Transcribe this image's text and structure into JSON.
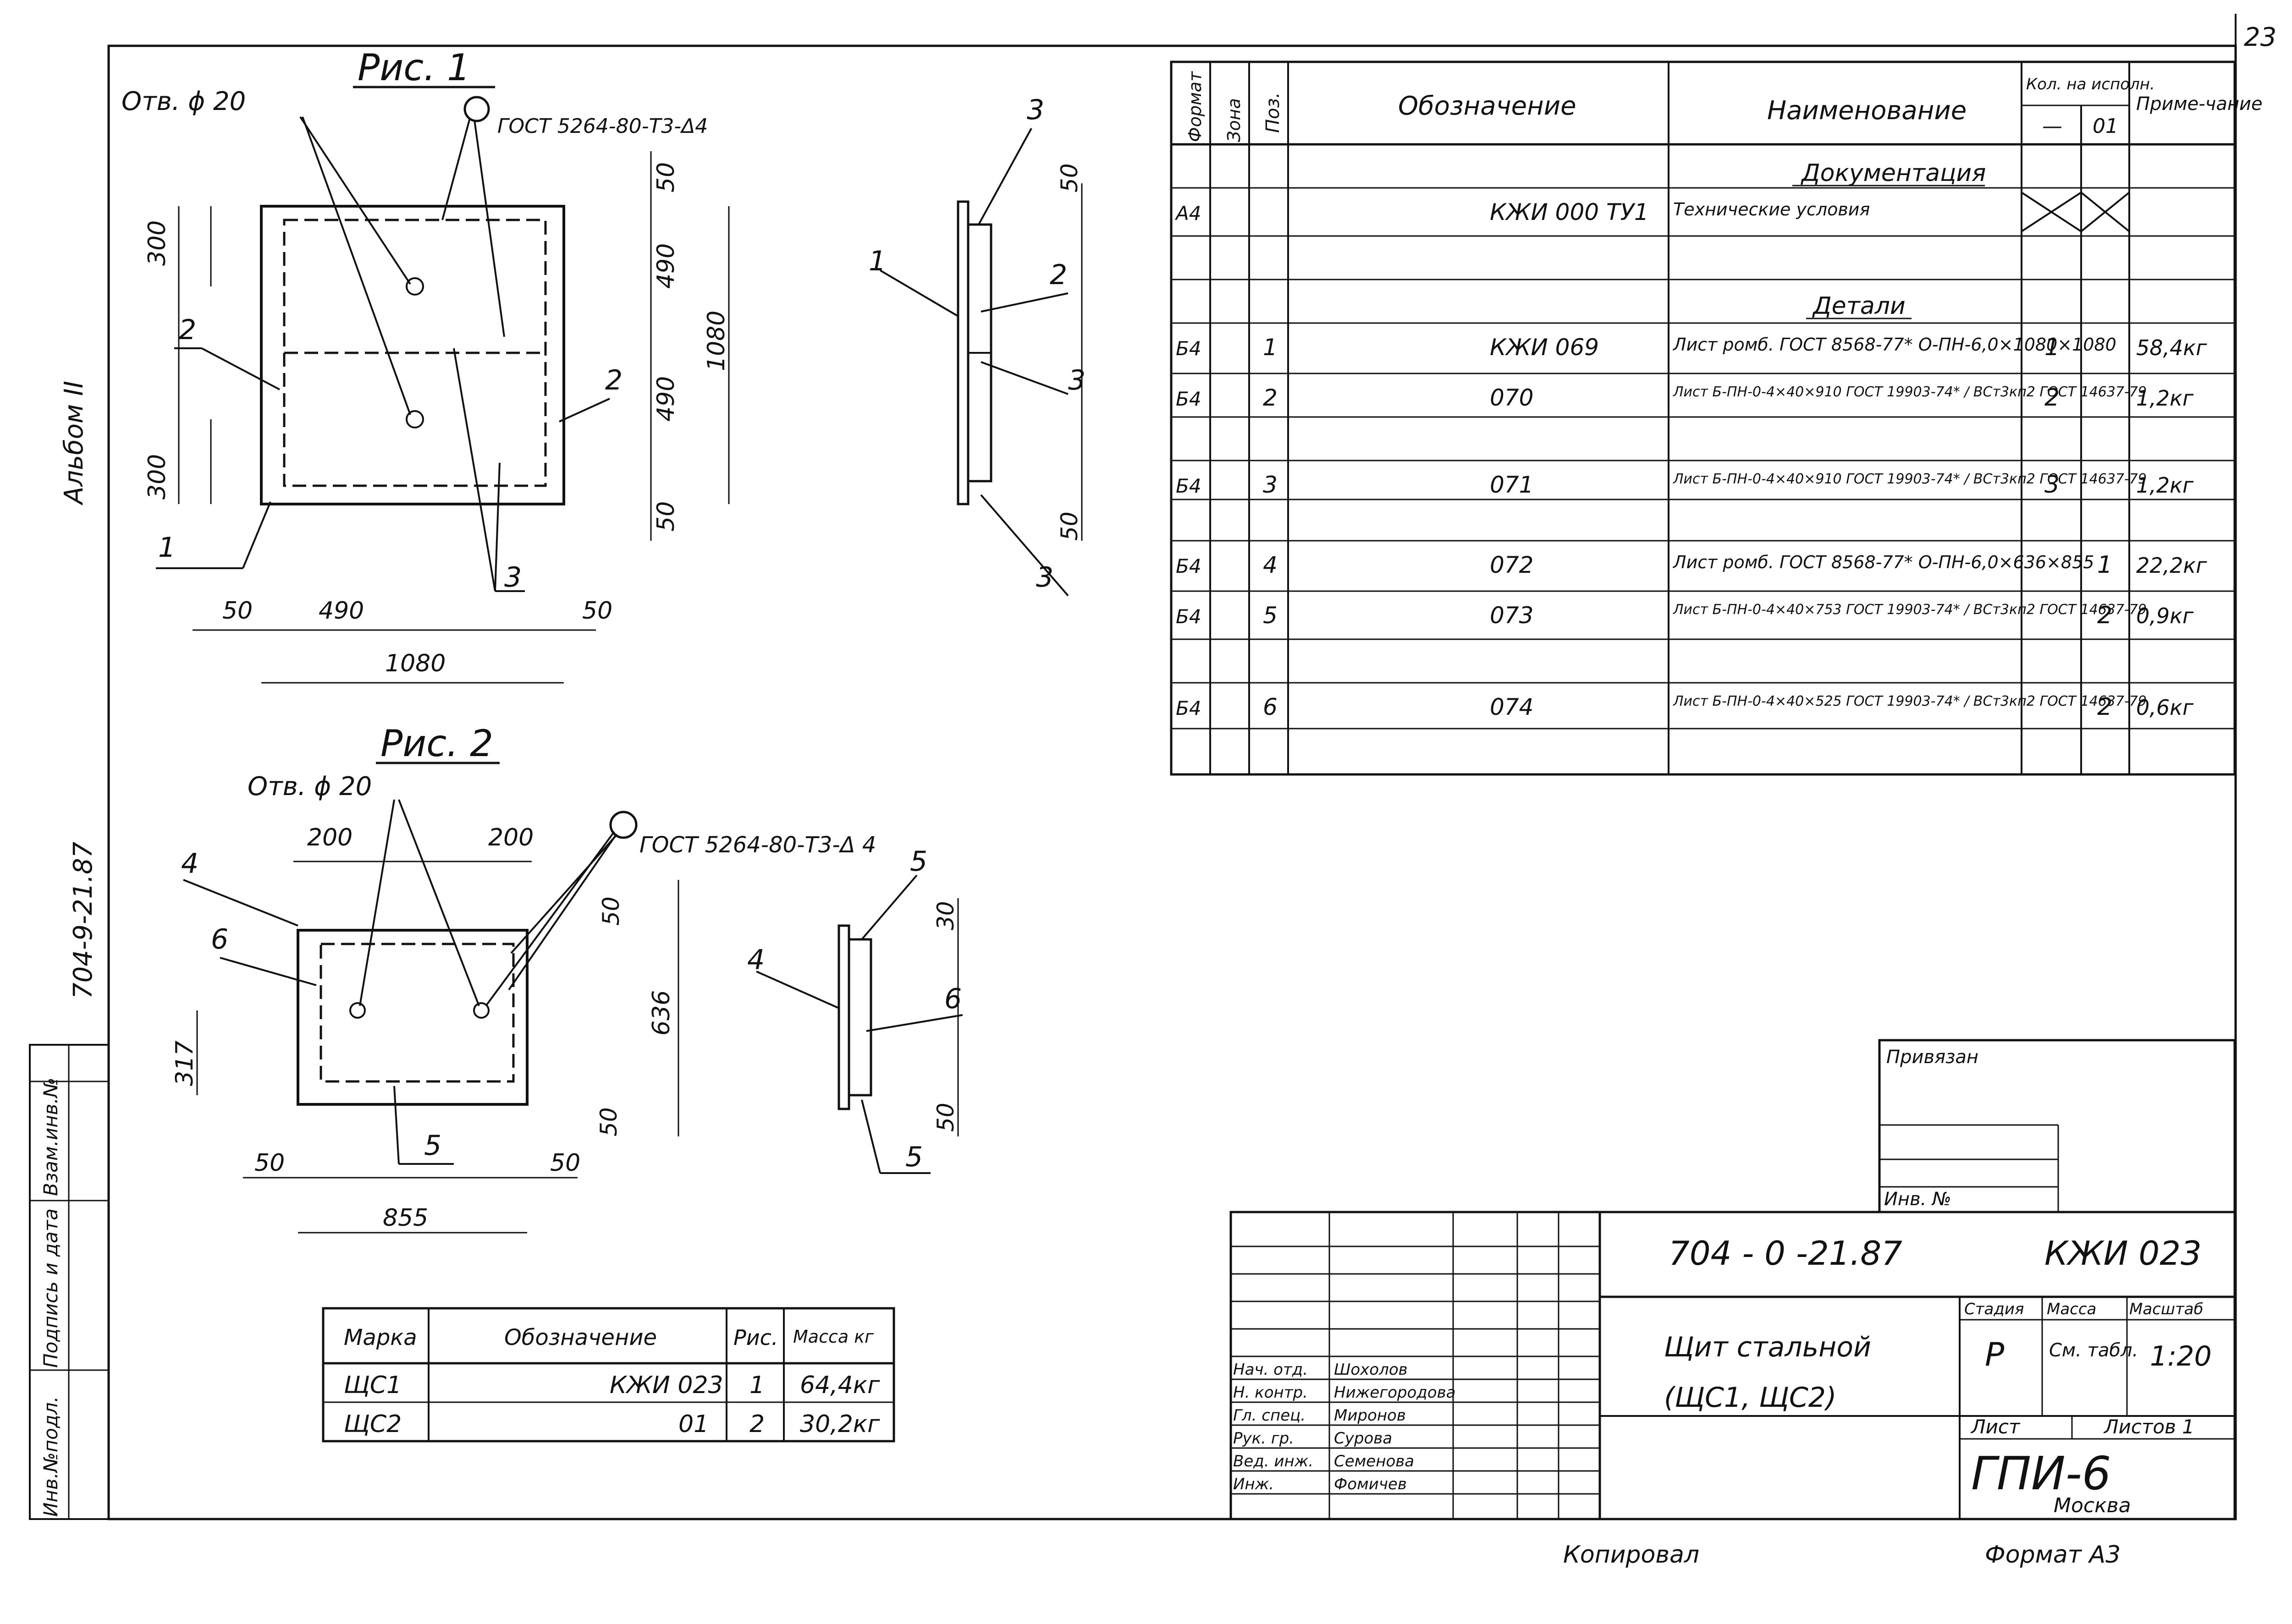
{
  "page_number": "23",
  "album": "Альбом II",
  "project_code_vertical": "704-9-21.87",
  "side_stamp": {
    "inv_podl": "Инв.№подл.",
    "signature_date": "Подпись и дата",
    "vzam_inv": "Взам.инв.№"
  },
  "fig1": {
    "title": "Рис. 1",
    "hole": "Отв. ϕ 20",
    "weld": "ГОСТ 5264-80-Т3-Δ4",
    "dims": {
      "top50": "50",
      "d300a": "300",
      "d300b": "300",
      "d490v": "490",
      "d1080v": "1080",
      "d490v2": "490",
      "bot50": "50",
      "left50": "50",
      "mid490": "490",
      "right50": "50",
      "total1080": "1080"
    },
    "pos": {
      "p1": "1",
      "p2": "2",
      "p2b": "2",
      "p3": "3"
    },
    "side_pos": {
      "s1": "1",
      "s2": "2",
      "s3a": "3",
      "s3b": "3",
      "s3c": "3"
    },
    "side_dims": {
      "t50": "50",
      "b50": "50"
    }
  },
  "fig2": {
    "title": "Рис. 2",
    "hole": "Отв. ϕ 20",
    "weld": "ГОСТ 5264-80-Т3-Δ 4",
    "dims": {
      "d200a": "200",
      "d200b": "200",
      "top50": "50",
      "d636": "636",
      "d317": "317",
      "bot50": "50",
      "left50": "50",
      "right50": "50",
      "total855": "855"
    },
    "pos": {
      "p4": "4",
      "p6": "6",
      "p5": "5"
    },
    "side_pos": {
      "s4": "4",
      "s5a": "5",
      "s6": "6",
      "s5b": "5"
    },
    "side_dims": {
      "t30": "30",
      "b50": "50"
    }
  },
  "spec": {
    "headers": {
      "format": "Формат",
      "zone": "Зона",
      "pos": "Поз.",
      "designation": "Обозначение",
      "name": "Наименование",
      "qty": "Кол. на исполн.",
      "qty_a": "—",
      "qty_b": "01",
      "note": "Приме-чание"
    },
    "section_docs": "Документация",
    "section_parts": "Детали",
    "rows": [
      {
        "format": "А4",
        "zone": "",
        "pos": "",
        "designation": "КЖИ 000 ТУ1",
        "name": "Технические условия",
        "q1": "X",
        "q2": "X",
        "note": ""
      },
      {
        "format": "Б4",
        "zone": "",
        "pos": "1",
        "designation": "КЖИ 069",
        "name": "Лист ромб. ГОСТ 8568-77* О-ПН-6,0×1080×1080",
        "q1": "1",
        "q2": "",
        "note": "58,4кг"
      },
      {
        "format": "Б4",
        "zone": "",
        "pos": "2",
        "designation": "070",
        "name": "Лист Б-ПН-0-4×40×910 ГОСТ 19903-74* / ВСт3кп2 ГОСТ 14637-79",
        "q1": "2",
        "q2": "",
        "note": "1,2кг"
      },
      {
        "format": "Б4",
        "zone": "",
        "pos": "3",
        "designation": "071",
        "name": "Лист Б-ПН-0-4×40×910 ГОСТ 19903-74* / ВСт3кп2 ГОСТ 14637-79",
        "q1": "3",
        "q2": "",
        "note": "1,2кг"
      },
      {
        "format": "Б4",
        "zone": "",
        "pos": "4",
        "designation": "072",
        "name": "Лист ромб. ГОСТ 8568-77* О-ПН-6,0×636×855",
        "q1": "",
        "q2": "1",
        "note": "22,2кг"
      },
      {
        "format": "Б4",
        "zone": "",
        "pos": "5",
        "designation": "073",
        "name": "Лист Б-ПН-0-4×40×753 ГОСТ 19903-74* / ВСт3кп2 ГОСТ 14637-79",
        "q1": "",
        "q2": "2",
        "note": "0,9кг"
      },
      {
        "format": "Б4",
        "zone": "",
        "pos": "6",
        "designation": "074",
        "name": "Лист Б-ПН-0-4×40×525 ГОСТ 19903-74* / ВСт3кп2 ГОСТ 14637-79",
        "q1": "",
        "q2": "2",
        "note": "0,6кг"
      }
    ]
  },
  "marks_table": {
    "headers": {
      "mark": "Марка",
      "designation": "Обозначение",
      "fig": "Рис.",
      "mass": "Масса кг"
    },
    "rows": [
      {
        "mark": "ЩС1",
        "designation": "КЖИ 023",
        "fig": "1",
        "mass": "64,4кг"
      },
      {
        "mark": "ЩС2",
        "designation": "01",
        "fig": "2",
        "mass": "30,2кг"
      }
    ]
  },
  "title_block": {
    "privyazan": "Привязан",
    "inv_no": "Инв. №",
    "doc_number": "704 - 0 -21.87",
    "doc_code": "КЖИ 023",
    "title_line1": "Щит стальной",
    "title_line2": "(ЩС1, ЩС2)",
    "stage_label": "Стадия",
    "mass_label": "Масса",
    "scale_label": "Масштаб",
    "stage": "Р",
    "mass": "См. табл.",
    "scale": "1:20",
    "sheet_label": "Лист",
    "sheets_label": "Листов 1",
    "org": "ГПИ-6",
    "city": "Москва",
    "staff": [
      {
        "role": "Нач. отд.",
        "name": "Шохолов"
      },
      {
        "role": "Н. контр.",
        "name": "Нижегородова"
      },
      {
        "role": "Гл. спец.",
        "name": "Миронов"
      },
      {
        "role": "Рук. гр.",
        "name": "Сурова"
      },
      {
        "role": "Вед. инж.",
        "name": "Семенова"
      },
      {
        "role": "Инж.",
        "name": "Фомичев"
      }
    ]
  },
  "footer": {
    "copied": "Копировал",
    "format": "Формат А3"
  }
}
